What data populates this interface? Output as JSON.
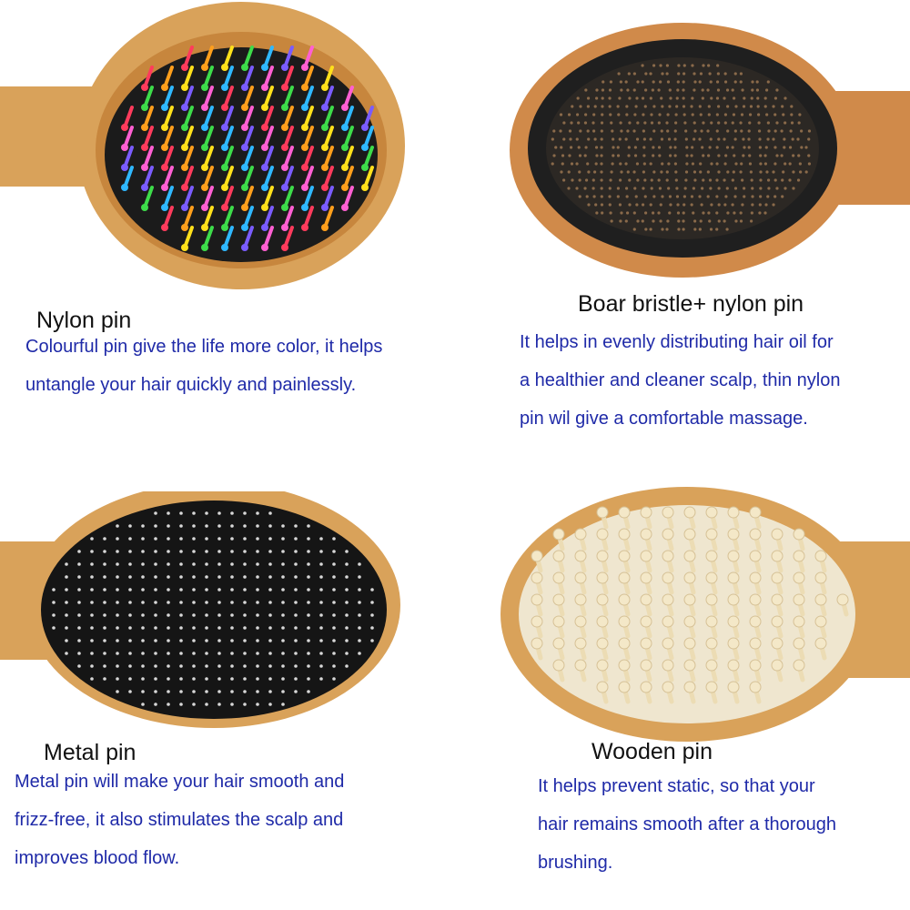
{
  "colors": {
    "title": "#111111",
    "description": "#1f2aa8",
    "wood": "#d9a25a",
    "wood_dark": "#c7863d",
    "pad_black": "#1b1b1b",
    "pad_cream": "#efe6cf"
  },
  "sections": [
    {
      "title": "Nylon pin",
      "lines": [
        "Colourful pin give the life more color, it helps",
        "untangle your hair quickly and painlessly."
      ],
      "image": "hairbrush-nylon-pin-icon"
    },
    {
      "title": "Boar bristle+ nylon pin",
      "lines": [
        "It helps in evenly distributing hair oil for",
        "a healthier and cleaner scalp, thin nylon",
        "pin wil give a comfortable massage."
      ],
      "image": "hairbrush-boar-bristle-icon"
    },
    {
      "title": "Metal pin",
      "lines": [
        "Metal pin will make your hair smooth and",
        "frizz-free, it also stimulates the scalp and",
        "improves blood flow."
      ],
      "image": "hairbrush-metal-pin-icon"
    },
    {
      "title": "Wooden pin",
      "lines": [
        "It helps prevent static, so that your",
        "hair remains smooth after a thorough",
        "brushing."
      ],
      "image": "hairbrush-wooden-pin-icon"
    }
  ]
}
